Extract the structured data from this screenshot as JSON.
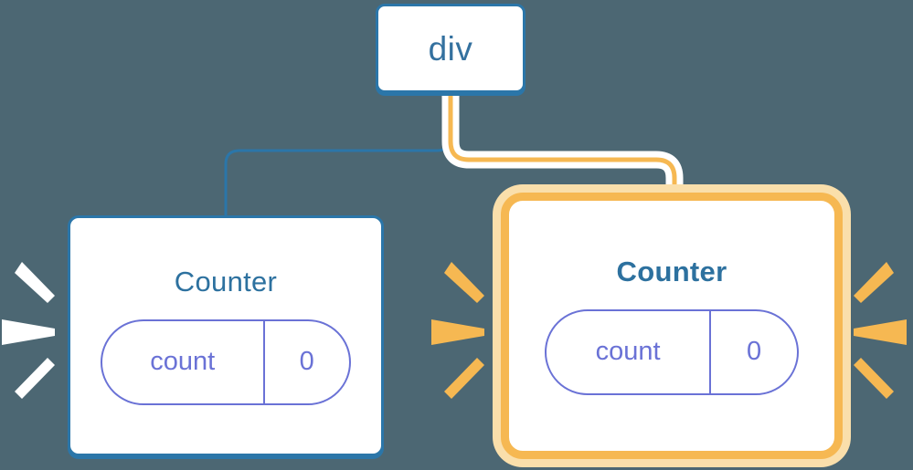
{
  "diagram": {
    "title": "component-rerender-diagram",
    "background_color": "#4c6773",
    "root": {
      "label": "div",
      "border_color": "#2b76a9",
      "text_color": "#34719f"
    },
    "components": [
      {
        "id": "counter-left",
        "title": "Counter",
        "state": {
          "key": "count",
          "value": "0"
        },
        "highlighted": false,
        "border_color": "#2b76a9",
        "title_color": "#2d719f",
        "pill_color": "#6a72d6"
      },
      {
        "id": "counter-right",
        "title": "Counter",
        "state": {
          "key": "count",
          "value": "0"
        },
        "highlighted": true,
        "border_color": "#f6b852",
        "glow_color": "#fadfab",
        "title_color": "#2d719f",
        "pill_color": "#6a72d6"
      }
    ],
    "connectors": [
      {
        "id": "connector-to-left",
        "from": "div",
        "to": "counter-left",
        "color": "#2b76a9",
        "width": 3,
        "highlighted": false
      },
      {
        "id": "connector-to-right",
        "from": "div",
        "to": "counter-right",
        "color": "#f6b852",
        "width": 5,
        "highlighted": true,
        "halo_color": "#ffffff"
      }
    ],
    "sparks": [
      {
        "id": "sparks-left-outer",
        "color": "#ffffff",
        "direction": "left",
        "count": 3
      },
      {
        "id": "sparks-left-inner",
        "color": "#f6b852",
        "direction": "left",
        "count": 3
      },
      {
        "id": "sparks-right-inner",
        "color": "#f6b852",
        "direction": "right",
        "count": 3
      }
    ]
  }
}
